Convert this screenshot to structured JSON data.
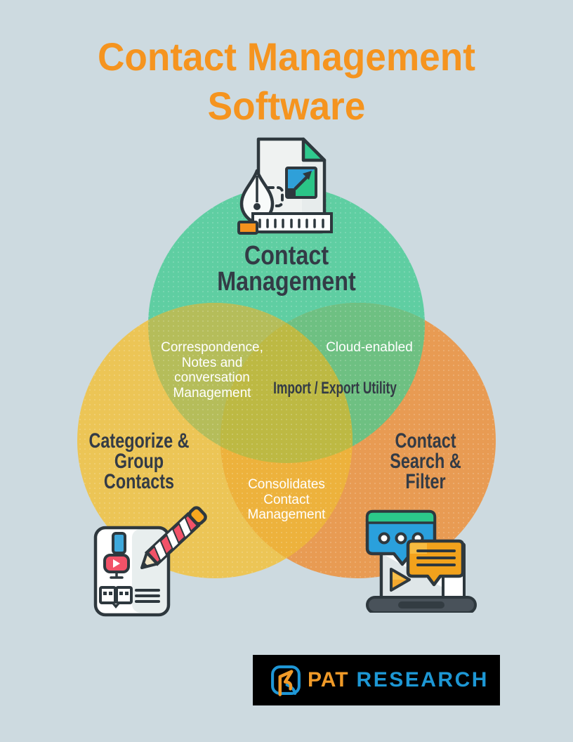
{
  "page": {
    "background_color": "#CDDAE0"
  },
  "title": {
    "lines": [
      "Contact Management",
      "Software"
    ],
    "color": "#F5941F"
  },
  "venn": {
    "label_color": "#333B46",
    "overlap_text_color": "#FFFFFF",
    "circles": {
      "top": {
        "name": "Contact Management",
        "lines": [
          "Contact",
          "Management"
        ],
        "color": "#5FCEA2"
      },
      "left": {
        "name": "Categorize & Group Contacts",
        "lines": [
          "Categorize &",
          "Group",
          "Contacts"
        ],
        "color": "#ECC556"
      },
      "right": {
        "name": "Contact Search & Filter",
        "lines": [
          "Contact",
          "Search &",
          "Filter"
        ],
        "color": "#E89B53"
      }
    },
    "overlaps": {
      "top_left": {
        "lines": [
          "Correspondence,",
          "Notes and",
          "conversation",
          "Management"
        ],
        "color": "#B5BD5A"
      },
      "top_right": {
        "lines": [
          "Cloud-enabled"
        ],
        "color": "#6EC082"
      },
      "bottom": {
        "lines": [
          "Consolidates",
          "Contact",
          "Management"
        ],
        "color": "#EDB23C"
      },
      "center": {
        "lines": [
          "Import / Export Utility"
        ],
        "color": "#BDB943",
        "text_color": "#333B46"
      }
    }
  },
  "icons": {
    "top": "design-document-icon",
    "bottom_left": "notebook-pencil-icon",
    "bottom_right": "laptop-chat-icon",
    "logo": "pat-research-logo-icon"
  },
  "footer": {
    "background_color": "#000000",
    "brand": {
      "first": "PAT",
      "second": "RESEARCH"
    },
    "first_color": "#F09A28",
    "second_color": "#1D97D4"
  }
}
